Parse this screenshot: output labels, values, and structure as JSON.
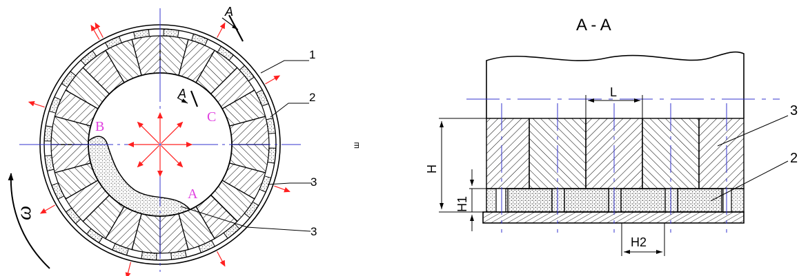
{
  "left_view": {
    "section_marker": "A",
    "inner_section_marker": "A",
    "callouts": [
      "1",
      "2",
      "3",
      "3"
    ],
    "zones": [
      "B",
      "C",
      "A"
    ],
    "rotation_symbol": "ω",
    "stray_mark": "ш",
    "colors": {
      "zone_label": "#e040e0",
      "arrow": "#ff2020",
      "axis": "#3333cc",
      "line": "#000000"
    }
  },
  "right_view": {
    "title": "A - A",
    "dims": {
      "pitch": "L",
      "height": "H",
      "height_lower": "H1",
      "width_segment": "H2"
    },
    "callouts": [
      "3",
      "2"
    ]
  }
}
